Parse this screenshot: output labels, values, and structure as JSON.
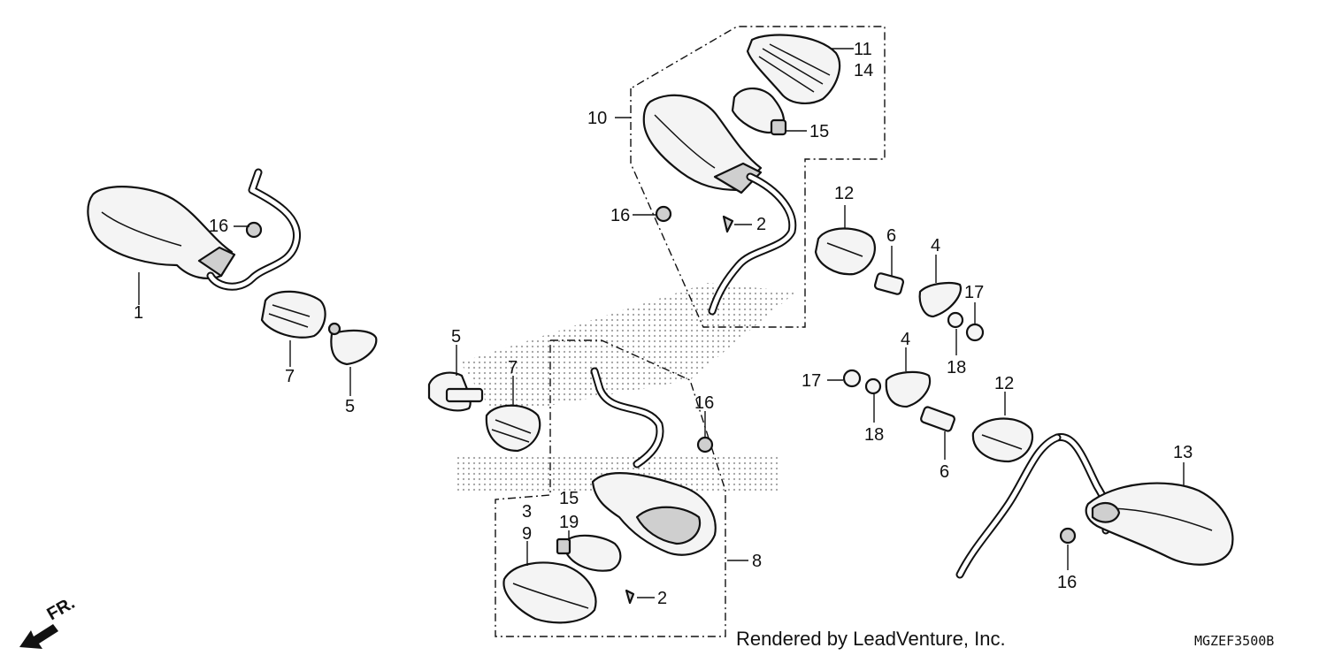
{
  "callouts": {
    "c1": "1",
    "c7a": "7",
    "c5a": "5",
    "c16a": "16",
    "c10": "10",
    "c11": "11",
    "c14": "14",
    "c15a": "15",
    "c16b": "16",
    "c2a": "2",
    "c12a": "12",
    "c6a": "6",
    "c4a": "4",
    "c17a": "17",
    "c18a": "18",
    "c5b": "5",
    "c7b": "7",
    "c16c": "16",
    "c4b": "4",
    "c17b": "17",
    "c18b": "18",
    "c12b": "12",
    "c6b": "6",
    "c15b": "15",
    "c3": "3",
    "c9": "9",
    "c19": "19",
    "c2b": "2",
    "c8": "8",
    "c13": "13",
    "c16d": "16"
  },
  "direction": "FR.",
  "credit": "Rendered by LeadVenture, Inc.",
  "diagram_code": "MGZEF3500B"
}
